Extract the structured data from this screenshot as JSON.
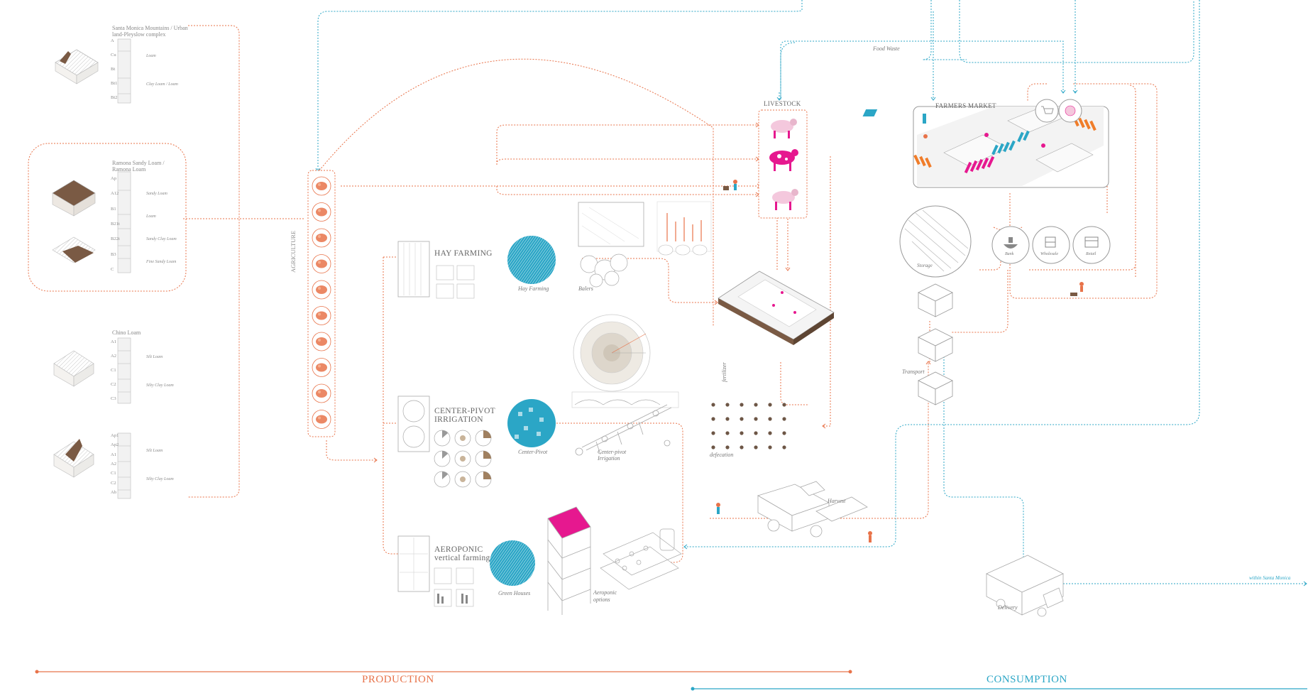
{
  "colors": {
    "production": "#e8734a",
    "consumption": "#2ba6c6",
    "magenta": "#e6188f",
    "soil": "#7a5a44",
    "line": "#9a9a9a"
  },
  "soil_profiles": [
    {
      "title": "Santa Monica Mountains / Urban land-Pleyslow complex",
      "horizons": [
        "A",
        "Cu",
        "Bt",
        "Bt1",
        "Bt2"
      ],
      "textures": [
        "Loam",
        "Clay Loam / Loam"
      ]
    },
    {
      "title": "Ramona Sandy Loam / Ramona Loam",
      "horizons": [
        "Ap",
        "A12",
        "B1",
        "B21t",
        "B22t",
        "B3",
        "C"
      ],
      "textures": [
        "Sandy Loam",
        "Loam",
        "Sandy Clay Loam",
        "Fine Sandy Loam"
      ]
    },
    {
      "title": "Chino Loam",
      "horizons": [
        "A1",
        "A2",
        "C1",
        "C2",
        "C3"
      ],
      "textures": [
        "Silt Loam",
        "Silty Clay Loam"
      ]
    },
    {
      "title": "",
      "horizons": [
        "Ap1",
        "Ap2",
        "A1",
        "A2",
        "C1",
        "C2",
        "Ab"
      ],
      "textures": [
        "Silt Loam",
        "Silty Clay Loam"
      ]
    }
  ],
  "agriculture": {
    "label": "AGRICULTURE"
  },
  "livestock": {
    "label": "LIVESTOCK"
  },
  "farmers_market": {
    "label": "FARMERS MARKET"
  },
  "food_waste": "Food Waste",
  "hay": {
    "title": "HAY FARMING",
    "circle_caption": "Hay Farming",
    "balers": "Balers"
  },
  "pivot": {
    "title_line1": "CENTER-PIVOT",
    "title_line2": "IRRIGATION",
    "circle_caption": "Center-Pivot",
    "system_caption_1": "Center-pivot",
    "system_caption_2": "Irrigation"
  },
  "aero": {
    "title_line1": "AEROPONIC",
    "title_line2": "vertical farming",
    "circle_caption": "Green Houses",
    "system_caption_1": "Aeroponic",
    "system_caption_2": "options"
  },
  "fertilizer": "fertilizer",
  "defecation": "defecation",
  "harvest": "Harvest",
  "storage": "Storage",
  "transport": "Transport",
  "retail_icons": [
    "Bank",
    "Wholesale",
    "Retail"
  ],
  "delivery": "Delivery",
  "within": "within Santa Monica",
  "production_label": "PRODUCTION",
  "consumption_label": "CONSUMPTION"
}
